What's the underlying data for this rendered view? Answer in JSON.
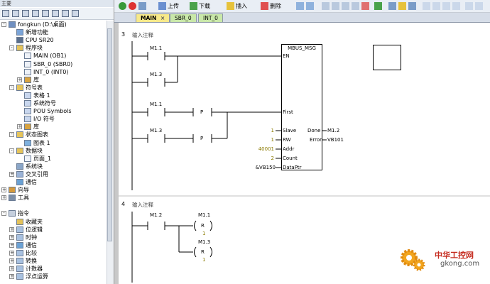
{
  "left_panel": {
    "title": "主要",
    "tree": [
      {
        "indent": 0,
        "expander": "-",
        "icon": "project-icon",
        "label": "fongkun (D:\\桌面)"
      },
      {
        "indent": 1,
        "expander": "",
        "icon": "new-feature-icon",
        "label": "新增功能"
      },
      {
        "indent": 1,
        "expander": "",
        "icon": "cpu-icon",
        "label": "CPU SR20"
      },
      {
        "indent": 1,
        "expander": "-",
        "icon": "folder-icon",
        "label": "程序块"
      },
      {
        "indent": 2,
        "expander": "",
        "icon": "program-icon",
        "label": "MAIN (OB1)"
      },
      {
        "indent": 2,
        "expander": "",
        "icon": "program-icon",
        "label": "SBR_0 (SBR0)"
      },
      {
        "indent": 2,
        "expander": "",
        "icon": "program-icon",
        "label": "INT_0 (INT0)"
      },
      {
        "indent": 2,
        "expander": "+",
        "icon": "library-icon",
        "label": "库"
      },
      {
        "indent": 1,
        "expander": "-",
        "icon": "folder-icon",
        "label": "符号表"
      },
      {
        "indent": 2,
        "expander": "",
        "icon": "table-icon",
        "label": "表格 1"
      },
      {
        "indent": 2,
        "expander": "",
        "icon": "table-icon",
        "label": "系统符号"
      },
      {
        "indent": 2,
        "expander": "",
        "icon": "table-icon",
        "label": "POU Symbols"
      },
      {
        "indent": 2,
        "expander": "",
        "icon": "table-icon",
        "label": "I/O 符号"
      },
      {
        "indent": 2,
        "expander": "+",
        "icon": "library-icon",
        "label": "库"
      },
      {
        "indent": 1,
        "expander": "-",
        "icon": "folder-icon",
        "label": "状态图表"
      },
      {
        "indent": 2,
        "expander": "",
        "icon": "chart-table-icon",
        "label": "图表 1"
      },
      {
        "indent": 1,
        "expander": "-",
        "icon": "folder-icon",
        "label": "数据块"
      },
      {
        "indent": 2,
        "expander": "",
        "icon": "page-icon",
        "label": "页面_1"
      },
      {
        "indent": 1,
        "expander": "",
        "icon": "system-block-icon",
        "label": "系统块"
      },
      {
        "indent": 1,
        "expander": "+",
        "icon": "cross-ref-icon",
        "label": "交叉引用"
      },
      {
        "indent": 1,
        "expander": "",
        "icon": "comm-icon",
        "label": "通信"
      },
      {
        "indent": 0,
        "expander": "+",
        "icon": "wizard-icon",
        "label": "向导"
      },
      {
        "indent": 0,
        "expander": "+",
        "icon": "tools-icon",
        "label": "工具"
      },
      {
        "indent": 0,
        "expander": "",
        "icon": "",
        "label": ""
      },
      {
        "indent": 0,
        "expander": "-",
        "icon": "instructions-icon",
        "label": "指令"
      },
      {
        "indent": 1,
        "expander": "",
        "icon": "favorites-icon",
        "label": "收藏夹"
      },
      {
        "indent": 1,
        "expander": "+",
        "icon": "bitlogic-icon",
        "label": "位逻辑"
      },
      {
        "indent": 1,
        "expander": "+",
        "icon": "clock-icon",
        "label": "时钟"
      },
      {
        "indent": 1,
        "expander": "+",
        "icon": "comm-icon",
        "label": "通信"
      },
      {
        "indent": 1,
        "expander": "+",
        "icon": "compare-icon",
        "label": "比较"
      },
      {
        "indent": 1,
        "expander": "+",
        "icon": "convert-icon",
        "label": "转换"
      },
      {
        "indent": 1,
        "expander": "+",
        "icon": "counter-icon",
        "label": "计数器"
      },
      {
        "indent": 1,
        "expander": "+",
        "icon": "float-math-icon",
        "label": "浮点运算"
      }
    ]
  },
  "toolbar": {
    "upload_label": "上传",
    "download_label": "下载",
    "insert_label": "插入",
    "delete_label": "删除"
  },
  "tabs": [
    {
      "label": "MAIN",
      "active": true,
      "close": "×"
    },
    {
      "label": "SBR_0",
      "active": false
    },
    {
      "label": "INT_0",
      "active": false
    }
  ],
  "networks": [
    {
      "number": "3",
      "comment": "输入注释",
      "contacts": [
        "M1.1",
        "M1.3",
        "M1.1",
        "M1.3"
      ],
      "pos_transition": [
        "P",
        "P"
      ],
      "block": {
        "name": "MBUS_MSG",
        "inputs": [
          {
            "pin": "EN",
            "value": ""
          },
          {
            "pin": "First",
            "value": ""
          },
          {
            "pin": "Slave",
            "value": "1"
          },
          {
            "pin": "RW",
            "value": "1"
          },
          {
            "pin": "Addr",
            "value": "40001"
          },
          {
            "pin": "Count",
            "value": "2"
          },
          {
            "pin": "DataPtr",
            "value": "&VB150"
          }
        ],
        "outputs": [
          {
            "pin": "Done",
            "value": "M1.2"
          },
          {
            "pin": "Error",
            "value": "VB101"
          }
        ]
      }
    },
    {
      "number": "4",
      "comment": "输入注释",
      "contact": "M1.2",
      "coils": [
        {
          "address": "M1.1",
          "type": "R",
          "count": "1"
        },
        {
          "address": "M1.3",
          "type": "R",
          "count": "1"
        }
      ]
    }
  ],
  "watermark": {
    "cn": "中华工控网",
    "url": "gkong.com"
  },
  "colors": {
    "accent": "#2a5ea8",
    "tab_active": "#f7e98a",
    "tab_inactive": "#c9e8a9",
    "value_text": "#8a7a00"
  }
}
